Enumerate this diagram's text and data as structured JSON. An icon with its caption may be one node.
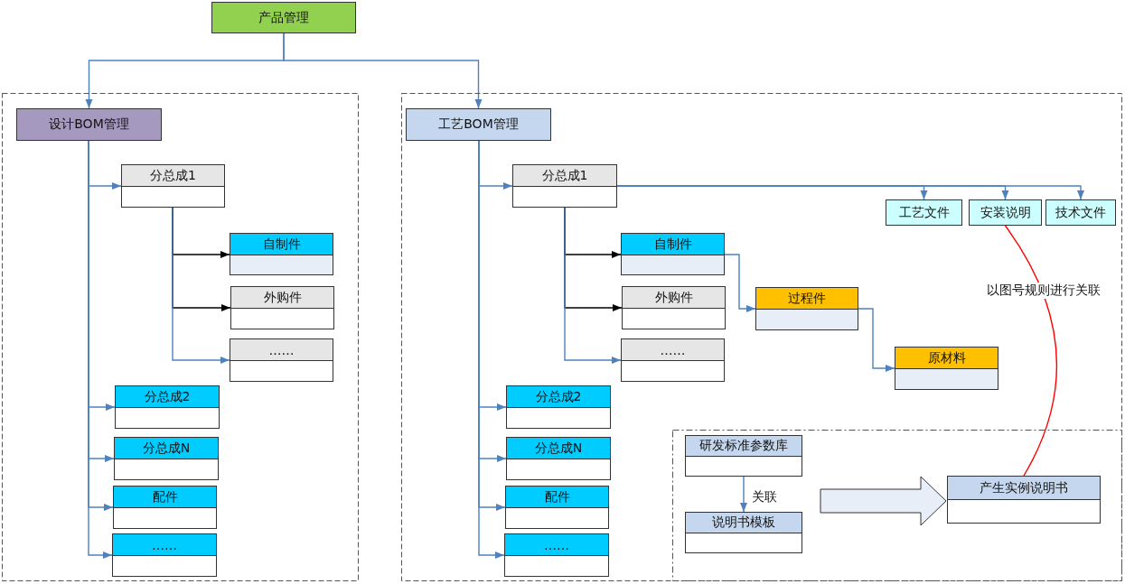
{
  "diagram": {
    "nodes": [
      {
        "text": [
          "产品管理"
        ]
      },
      {
        "text": [],
        "shape": "box"
      },
      {
        "text": [
          "设计BOM管理"
        ],
        "in": 1
      },
      {
        "text": [
          "分总成1"
        ],
        "in": 1
      },
      {
        "text": [
          "自制件"
        ],
        "in": 1
      },
      {
        "text": [
          "外购件"
        ],
        "in": 1
      },
      {
        "text": [
          "……"
        ],
        "in": 1
      },
      {
        "text": [
          "分总成2"
        ],
        "in": 1
      },
      {
        "text": [
          "分总成N"
        ],
        "in": 1
      },
      {
        "text": [
          "配件"
        ],
        "in": 1
      },
      {
        "text": [
          "……"
        ],
        "in": 1
      },
      {
        "text": [],
        "shape": "box"
      },
      {
        "text": [
          "工艺BOM管理"
        ],
        "in": 11
      },
      {
        "text": [
          "分总成1"
        ],
        "in": 11
      },
      {
        "text": [
          "自制件"
        ],
        "in": 11
      },
      {
        "text": [
          "外购件"
        ],
        "in": 11
      },
      {
        "text": [
          "……"
        ],
        "in": 11
      },
      {
        "text": [
          "过程件"
        ],
        "in": 11
      },
      {
        "text": [
          "原材料"
        ],
        "in": 11
      },
      {
        "text": [
          "分总成2"
        ],
        "in": 11
      },
      {
        "text": [
          "分总成N"
        ],
        "in": 11
      },
      {
        "text": [
          "配件"
        ],
        "in": 11
      },
      {
        "text": [
          "……"
        ],
        "in": 11
      },
      {
        "text": [
          "工艺文件"
        ],
        "in": 11
      },
      {
        "text": [
          "安装说明"
        ],
        "in": 11
      },
      {
        "text": [
          "技术文件"
        ],
        "in": 11
      },
      {
        "text": [],
        "shape": "box",
        "in": 11
      },
      {
        "text": [
          "研发标准参数库"
        ],
        "in": 26
      },
      {
        "text": [
          "说明书模板"
        ],
        "in": 26
      },
      {
        "text": [
          "产生实例说明书"
        ],
        "in": 26
      }
    ],
    "edges": [
      {
        "from": 0,
        "to": 2,
        "arrow": "to"
      },
      {
        "from": 0,
        "to": 12,
        "arrow": "to"
      },
      {
        "from": 2,
        "to": 3,
        "arrow": "to"
      },
      {
        "from": 3,
        "to": 4,
        "arrow": "to",
        "color": "#000000"
      },
      {
        "from": 3,
        "to": 5,
        "arrow": "to",
        "color": "#000000"
      },
      {
        "from": 3,
        "to": 6,
        "arrow": "to"
      },
      {
        "from": 2,
        "to": 7,
        "arrow": "to"
      },
      {
        "from": 2,
        "to": 8,
        "arrow": "to"
      },
      {
        "from": 2,
        "to": 9,
        "arrow": "to"
      },
      {
        "from": 2,
        "to": 10,
        "arrow": "to"
      },
      {
        "from": 12,
        "to": 13,
        "arrow": "to"
      },
      {
        "from": 13,
        "to": 14,
        "arrow": "to",
        "color": "#000000"
      },
      {
        "from": 13,
        "to": 15,
        "arrow": "to",
        "color": "#000000"
      },
      {
        "from": 13,
        "to": 16,
        "arrow": "to"
      },
      {
        "from": 14,
        "to": 17,
        "arrow": "to"
      },
      {
        "from": 17,
        "to": 18,
        "arrow": "to"
      },
      {
        "from": 12,
        "to": 19,
        "arrow": "to"
      },
      {
        "from": 12,
        "to": 20,
        "arrow": "to"
      },
      {
        "from": 12,
        "to": 21,
        "arrow": "to"
      },
      {
        "from": 12,
        "to": 22,
        "arrow": "to"
      },
      {
        "from": 13,
        "to": 23,
        "arrow": "to"
      },
      {
        "from": 13,
        "to": 24,
        "arrow": "to"
      },
      {
        "from": 13,
        "to": 25,
        "arrow": "to"
      },
      {
        "from": 24,
        "to": 29,
        "arrow": "none",
        "color": "#ff0000",
        "label": "以图号规则进行关联"
      },
      {
        "from": 27,
        "to": 28,
        "arrow": "to",
        "label": "关联"
      },
      {
        "from": null,
        "to": 29,
        "arrow": "to",
        "style": "thick"
      }
    ]
  }
}
